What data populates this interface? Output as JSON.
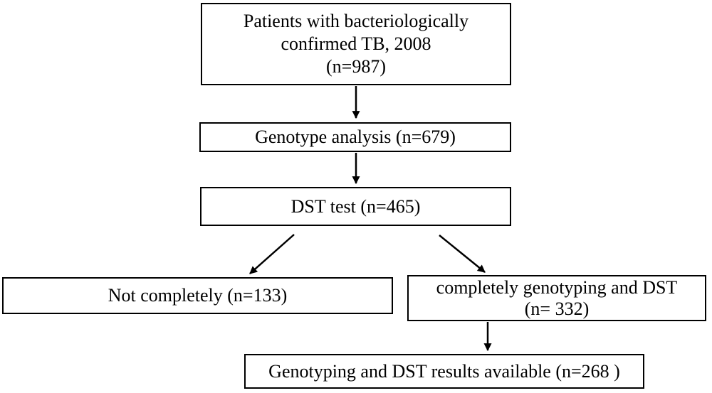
{
  "figure": {
    "type": "flowchart",
    "description": "Patient flow diagram for TB genotyping and drug susceptibility testing (DST) study"
  },
  "colors": {
    "background": "#ffffff",
    "box_border": "#000000",
    "text": "#000000",
    "arrow": "#000000"
  },
  "nodes": {
    "patients": {
      "lines": [
        "Patients with bacteriologically",
        "confirmed TB, 2008",
        "(n=987)"
      ]
    },
    "genotype_analysis": {
      "label": "Genotype analysis (n=679)"
    },
    "dst_test": {
      "label": "DST test (n=465)"
    },
    "not_completely": {
      "label": "Not completely (n=133)"
    },
    "completely": {
      "lines": [
        "completely genotyping and DST",
        "(n= 332)"
      ]
    },
    "results_available": {
      "label": "Genotyping and DST results available (n=268 )"
    }
  },
  "edges": [
    {
      "from": "patients",
      "to": "genotype_analysis"
    },
    {
      "from": "genotype_analysis",
      "to": "dst_test"
    },
    {
      "from": "dst_test",
      "to": "not_completely"
    },
    {
      "from": "dst_test",
      "to": "completely"
    },
    {
      "from": "completely",
      "to": "results_available"
    }
  ]
}
